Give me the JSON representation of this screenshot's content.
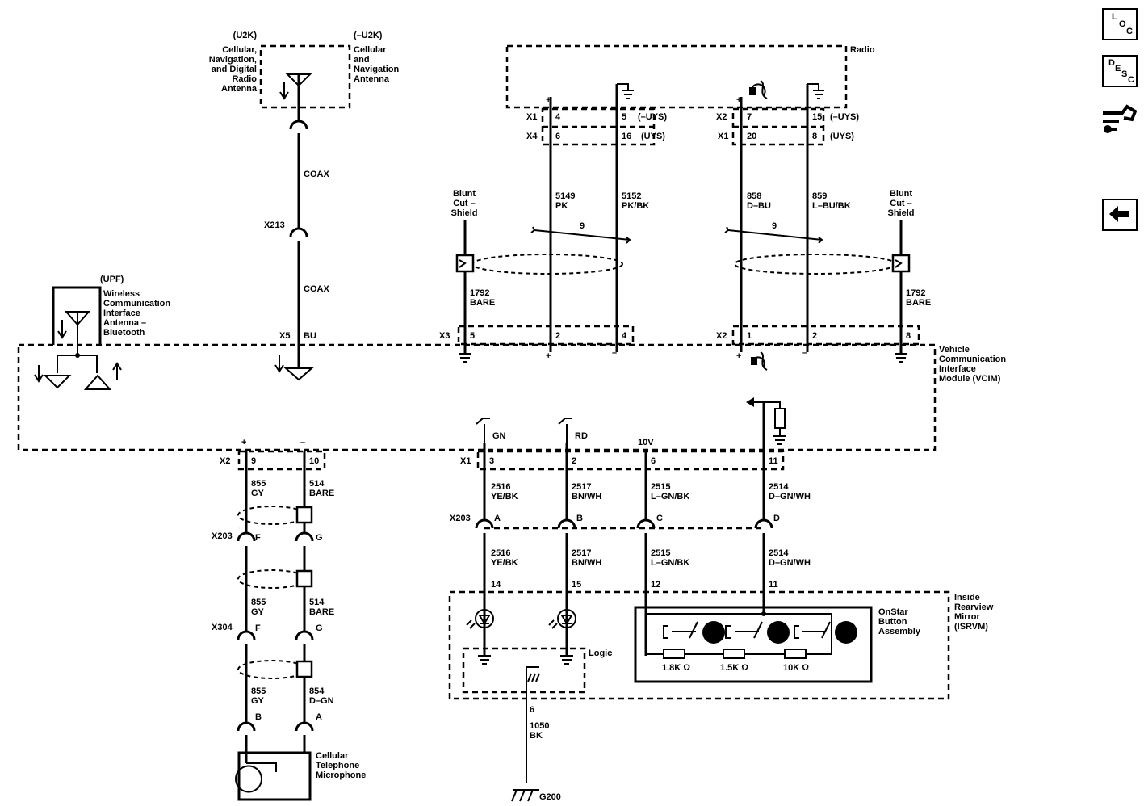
{
  "nav": {
    "loc": {
      "l1": "L",
      "l2": "O",
      "l3": "C"
    },
    "desc": {
      "l1": "D",
      "l2": "E",
      "l3": "S",
      "l4": "C"
    }
  },
  "modules": {
    "u2k_opt": "(U2K)",
    "u2k_lines": [
      "Cellular,",
      "Navigation,",
      "and Digital",
      "Radio",
      "Antenna"
    ],
    "nu2k_opt": "(–U2K)",
    "nu2k_lines": [
      "Cellular",
      "and",
      "Navigation",
      "Antenna"
    ],
    "radio": "Radio",
    "upf_opt": "(UPF)",
    "upf_lines": [
      "Wireless",
      "Communication",
      "Interface",
      "Antenna –",
      "Bluetooth"
    ],
    "vcim_lines": [
      "Vehicle",
      "Communication",
      "Interface",
      "Module (VCIM)"
    ],
    "isrvm_lines": [
      "Inside",
      "Rearview",
      "Mirror",
      "(ISRVM)"
    ],
    "onstar_lines": [
      "OnStar",
      "Button",
      "Assembly"
    ],
    "logic": "Logic",
    "mic_lines": [
      "Cellular",
      "Telephone",
      "Microphone"
    ],
    "blunt_lines": [
      "Blunt",
      "Cut –",
      "Shield"
    ]
  },
  "connectors": {
    "x213": "X213",
    "x5": "X5",
    "x3": "X3",
    "x2": "X2",
    "x1": "X1",
    "x4": "X4",
    "x203": "X203",
    "x304": "X304"
  },
  "labels": {
    "coax": "COAX",
    "bu": "BU",
    "uys_neg": "(–UYS)",
    "uys": "(UYS)",
    "ten_v": "10V",
    "gn": "GN",
    "rd": "RD",
    "ground": "G200",
    "twist": "9"
  },
  "pins": {
    "r_x1_4": "4",
    "r_x1_5": "5",
    "r_x4_6": "6",
    "r_x4_16": "16",
    "r_x2_7": "7",
    "r_x2_15": "15",
    "r_x1_20": "20",
    "r_x1_8": "8",
    "v_x3_5": "5",
    "v_x3_2": "2",
    "v_x3_4": "4",
    "v_x2_1": "1",
    "v_x2_2": "2",
    "v_x2_8": "8",
    "v_x2_9": "9",
    "v_x2_10": "10",
    "v_x1_3": "3",
    "v_x1_2": "2",
    "v_x1_6": "6",
    "v_x1_11": "11",
    "x203_f": "F",
    "x203_g": "G",
    "x304_f": "F",
    "x304_g": "G",
    "mic_b": "B",
    "mic_a": "A",
    "x203_a": "A",
    "x203_b": "B",
    "x203_c": "C",
    "x203_d": "D",
    "m_14": "14",
    "m_15": "15",
    "m_12": "12",
    "m_11": "11",
    "m_6": "6"
  },
  "circuits": {
    "c5149": "5149",
    "c5149_col": "PK",
    "c5152": "5152",
    "c5152_col": "PK/BK",
    "c858": "858",
    "c858_col": "D–BU",
    "c859": "859",
    "c859_col": "L–BU/BK",
    "c1792": "1792",
    "c1792_col": "BARE",
    "c1792b": "1792",
    "c1792b_col": "BARE",
    "c855a": "855",
    "c855a_col": "GY",
    "c514a": "514",
    "c514a_col": "BARE",
    "c855b": "855",
    "c855b_col": "GY",
    "c514b": "514",
    "c514b_col": "BARE",
    "c855c": "855",
    "c855c_col": "GY",
    "c854": "854",
    "c854_col": "D–GN",
    "c2516a": "2516",
    "c2516a_col": "YE/BK",
    "c2517a": "2517",
    "c2517a_col": "BN/WH",
    "c2515a": "2515",
    "c2515a_col": "L–GN/BK",
    "c2514a": "2514",
    "c2514a_col": "D–GN/WH",
    "c2516b": "2516",
    "c2516b_col": "YE/BK",
    "c2517b": "2517",
    "c2517b_col": "BN/WH",
    "c2515b": "2515",
    "c2515b_col": "L–GN/BK",
    "c2514b": "2514",
    "c2514b_col": "D–GN/WH",
    "c1050": "1050",
    "c1050_col": "BK"
  },
  "resistors": {
    "r1": "1.8K Ω",
    "r2": "1.5K Ω",
    "r3": "10K Ω"
  },
  "signs": {
    "plus": "+",
    "minus": "–"
  }
}
